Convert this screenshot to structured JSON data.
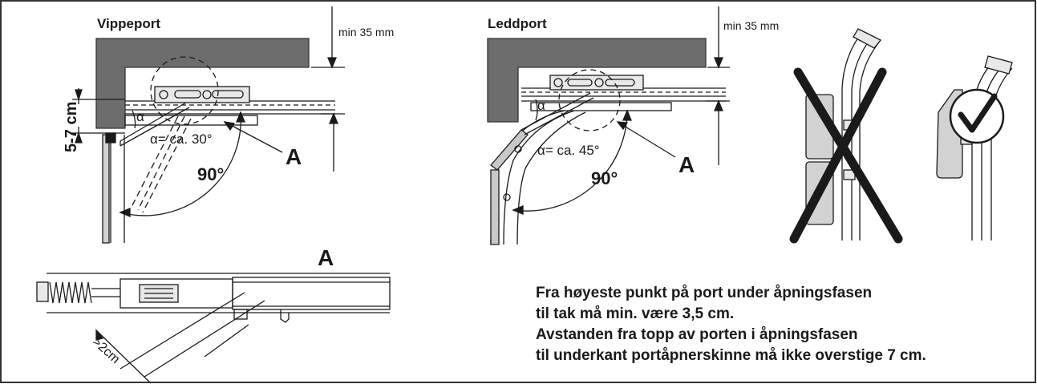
{
  "diagram": {
    "left_title": "Vippeport",
    "right_title": "Leddport",
    "min_label_left": "min 35 mm",
    "min_label_right": "min 35 mm",
    "gap_label": "5-7 cm",
    "alpha_symbol": "α",
    "angle_left": "α= ca. 30°",
    "angle_right": "α= ca. 45°",
    "right_angle_left": "90°",
    "right_angle_right": "90°",
    "detail_marker_left": "A",
    "detail_marker_right": "A",
    "detail_title": "A",
    "clearance_label": ">2cm",
    "wrong_mark_icon": "cross-icon",
    "right_mark_icon": "check-icon"
  },
  "notes": [
    "Fra høyeste punkt på port under åpningsfasen",
    "til tak må min. være 3,5 cm.",
    "Avstanden fra topp av porten i åpningsfasen",
    "til underkant portåpnerskinne må ikke overstige 7 cm."
  ],
  "colors": {
    "line": "#1a1a1a",
    "wall": "#6d6d6d",
    "panel": "#d2d2d2",
    "border": "#333333"
  }
}
